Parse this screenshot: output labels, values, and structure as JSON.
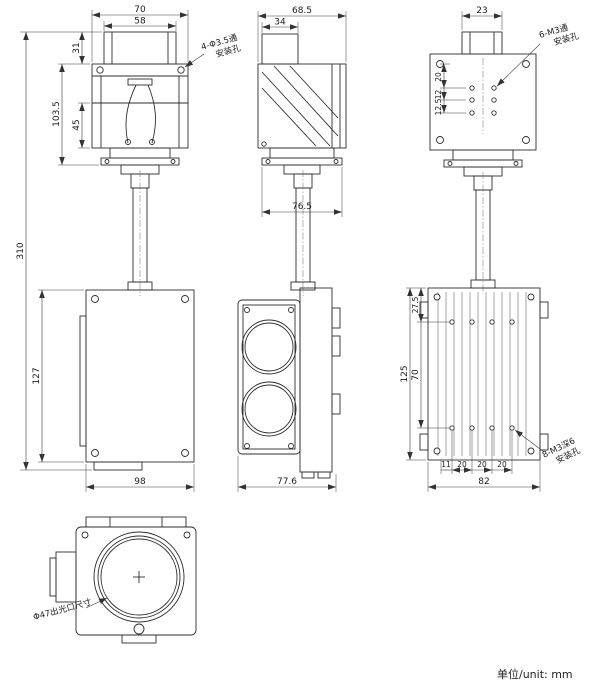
{
  "unit_note": "单位/unit: mm",
  "front_view": {
    "dim_plate_width": "70",
    "dim_block_width": "58",
    "dim_block_height": "31",
    "dim_head_height": "103.5",
    "dim_lower_section": "45",
    "dim_overall_height": "310",
    "dim_body_height": "127",
    "dim_body_width": "98",
    "mount_callout_line1": "4-Φ3.5通",
    "mount_callout_line2": "安装孔"
  },
  "side_view": {
    "dim_overall_width": "68.5",
    "dim_block_width": "34",
    "dim_flange_width": "76.5",
    "dim_body_width": "77.6"
  },
  "rear_view": {
    "dim_block_width": "23",
    "dim_offset_top": "20",
    "dim_hole_pitch_a": "12",
    "dim_hole_pitch_b": "12.5",
    "mount_callout_line1": "6-M3通",
    "mount_callout_line2": "安装孔"
  },
  "heatsink_view": {
    "dim_offset_top": "27.5",
    "dim_height": "125",
    "dim_hole_span": "70",
    "dim_edge_offset": "11",
    "dim_pitch_a": "20",
    "dim_pitch_b": "20",
    "dim_pitch_c": "20",
    "dim_width": "82",
    "mount_callout_line1": "8-M3深6",
    "mount_callout_line2": "安装孔"
  },
  "aperture_view": {
    "aperture_callout": "Φ47出光口尺寸"
  }
}
